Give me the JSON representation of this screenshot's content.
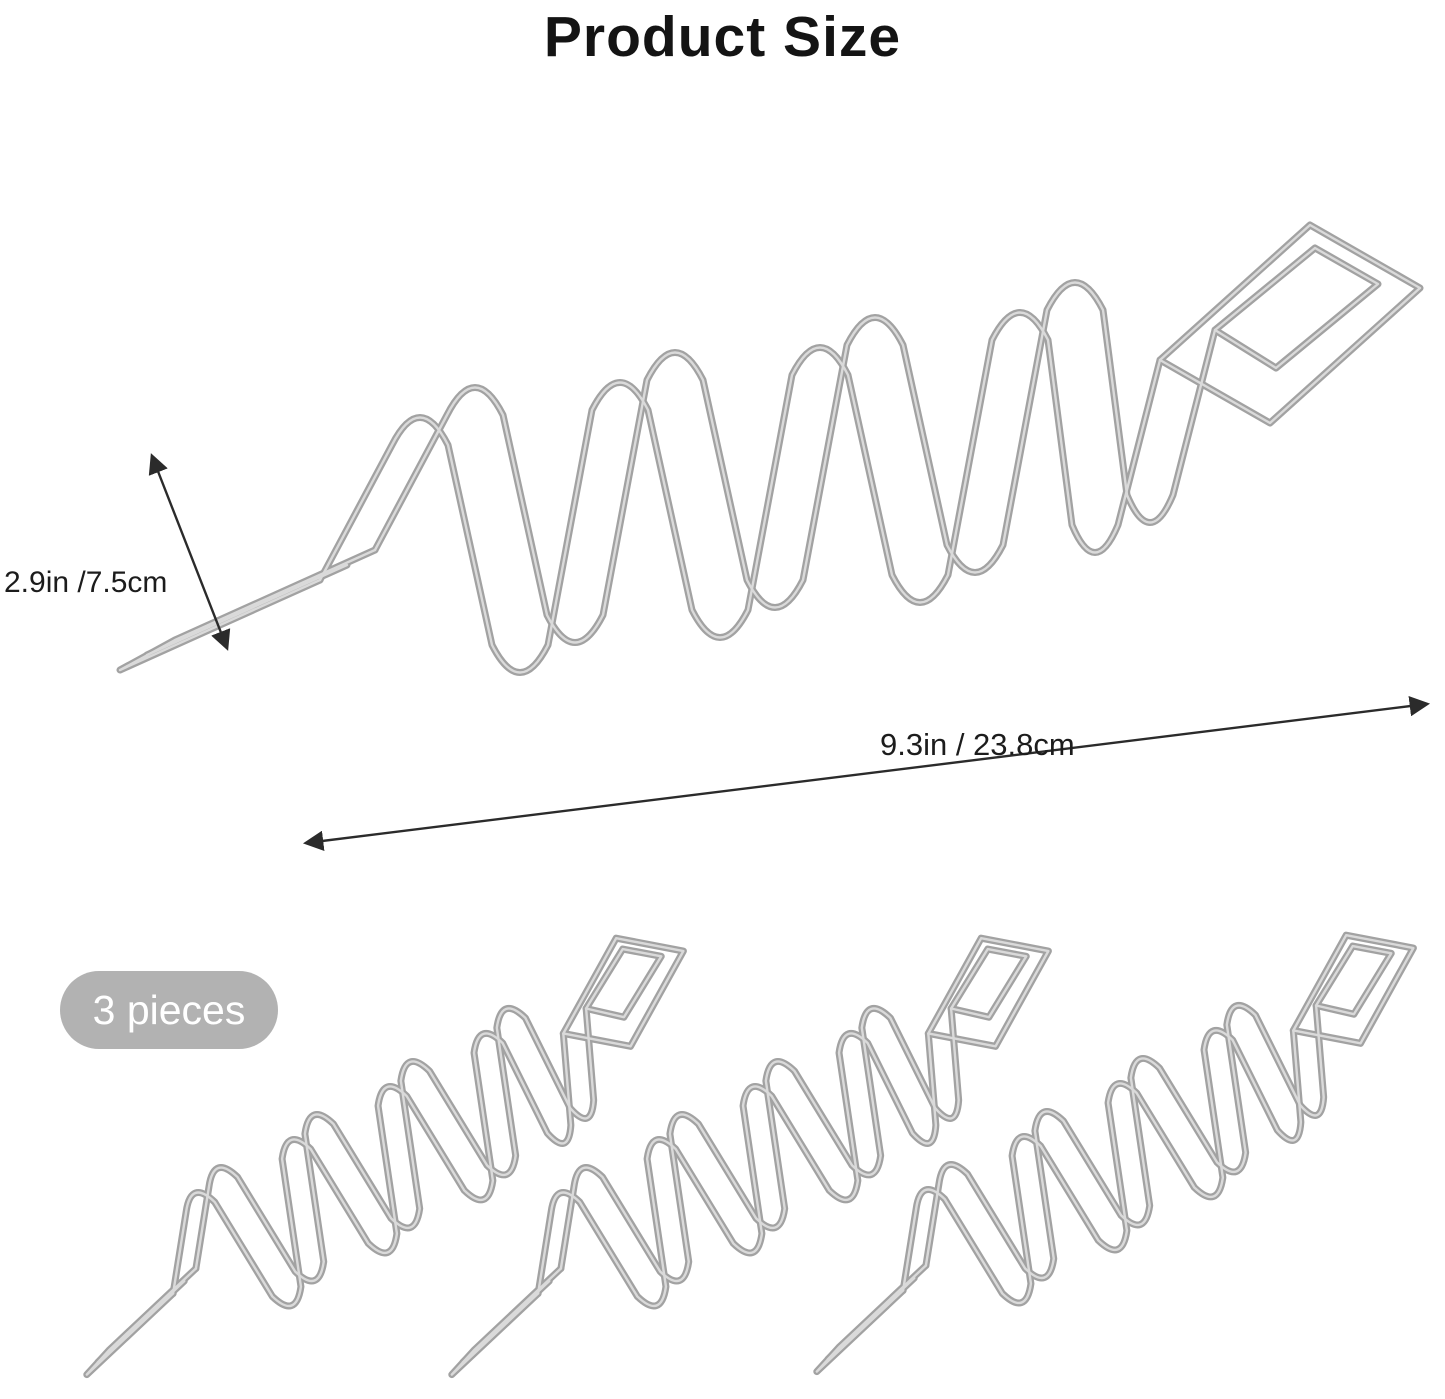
{
  "title": "Product Size",
  "annotations": {
    "width_label": "2.9in /7.5cm",
    "length_label": "9.3in / 23.8cm",
    "pieces_badge": "3 pieces"
  },
  "illustration": {
    "subject": "wave-shaped wire taco holder rack",
    "large_rack_count": 1,
    "small_rack_count": 3
  },
  "colors": {
    "background": "#ffffff",
    "title_text": "#141414",
    "wire_base": "#a2a2a2",
    "wire_highlight": "#dadada",
    "dimension_line": "#2b2b2b",
    "badge_background": "#b2b2b2",
    "badge_text": "#ffffff"
  }
}
